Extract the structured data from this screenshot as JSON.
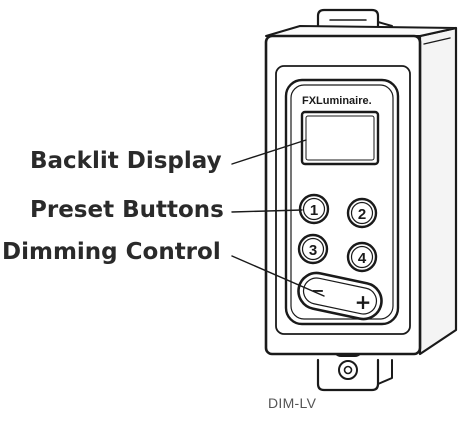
{
  "brand": "FXLuminaire.",
  "model": "DIM-LV",
  "callouts": {
    "display": "Backlit Display",
    "preset": "Preset Buttons",
    "dimming": "Dimming Control"
  },
  "buttons": [
    "1",
    "2",
    "3",
    "4"
  ],
  "dimming_symbols": {
    "minus": "−",
    "plus": "+"
  }
}
